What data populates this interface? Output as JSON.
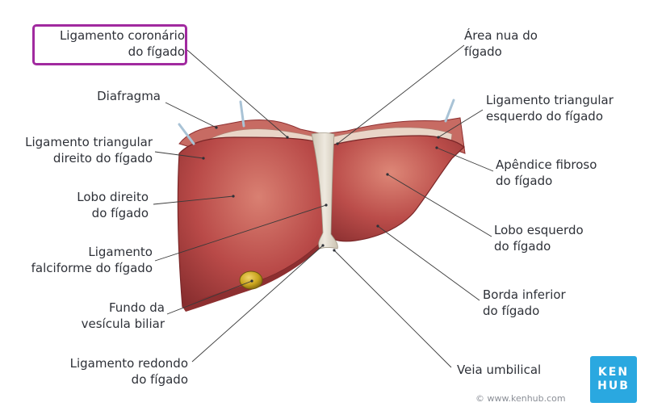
{
  "labels": {
    "coronary_ligament": [
      "Ligamento coronário",
      "do fígado"
    ],
    "bare_area": [
      "Área nua do",
      "fígado"
    ],
    "diaphragm": [
      "Diafragma"
    ],
    "left_triangular_ligament": [
      "Ligamento triangular",
      "esquerdo do fígado"
    ],
    "right_triangular_ligament": [
      "Ligamento triangular",
      "direito do fígado"
    ],
    "fibrous_appendix": [
      "Apêndice fibroso",
      "do fígado"
    ],
    "right_lobe": [
      "Lobo direito",
      "do fígado"
    ],
    "left_lobe": [
      "Lobo esquerdo",
      "do fígado"
    ],
    "falciform_ligament": [
      "Ligamento",
      "falciforme do fígado"
    ],
    "inferior_border": [
      "Borda inferior",
      "do fígado"
    ],
    "gallbladder_fundus": [
      "Fundo da",
      "vesícula biliar"
    ],
    "round_ligament": [
      "Ligamento redondo",
      "do fígado"
    ],
    "umbilical_vein": [
      "Veia umbilical"
    ]
  },
  "highlighted_label": "coronary_ligament",
  "colors": {
    "highlight": "#a12a9f",
    "logo_bg": "#2aa8e0",
    "liver": "#b94a48",
    "liver_dark": "#8d2f30",
    "liver_light": "#d67d6f",
    "ligament": "#e3ddd0",
    "gallbladder": "#c9a41e",
    "leader_line": "#3a3a3a"
  },
  "logo": {
    "line1": "KEN",
    "line2": "HUB"
  },
  "credit": "© www.kenhub.com"
}
